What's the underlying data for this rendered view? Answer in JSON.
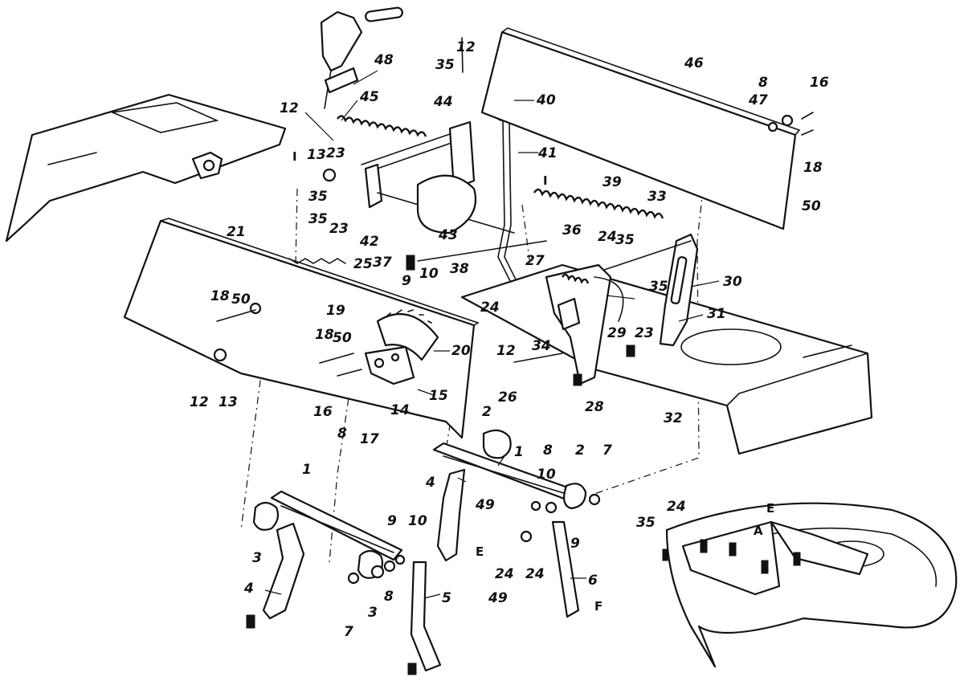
{
  "diagram": {
    "callouts": [
      {
        "id": "c1",
        "label": "1"
      },
      {
        "id": "c2",
        "label": "1"
      },
      {
        "id": "c3",
        "label": "2"
      },
      {
        "id": "c4",
        "label": "2"
      },
      {
        "id": "c5",
        "label": "3"
      },
      {
        "id": "c6",
        "label": "3"
      },
      {
        "id": "c7",
        "label": "4"
      },
      {
        "id": "c8",
        "label": "4"
      },
      {
        "id": "c9",
        "label": "5"
      },
      {
        "id": "c10",
        "label": "6"
      },
      {
        "id": "c11",
        "label": "7"
      },
      {
        "id": "c12",
        "label": "7"
      },
      {
        "id": "c13",
        "label": "8"
      },
      {
        "id": "c14",
        "label": "8"
      },
      {
        "id": "c15",
        "label": "8"
      },
      {
        "id": "c16",
        "label": "8"
      },
      {
        "id": "c17",
        "label": "9"
      },
      {
        "id": "c18",
        "label": "9"
      },
      {
        "id": "c19",
        "label": "9"
      },
      {
        "id": "c20",
        "label": "10"
      },
      {
        "id": "c21",
        "label": "10"
      },
      {
        "id": "c22",
        "label": "10"
      },
      {
        "id": "c23",
        "label": "12"
      },
      {
        "id": "c24",
        "label": "12"
      },
      {
        "id": "c25",
        "label": "12"
      },
      {
        "id": "c26",
        "label": "12"
      },
      {
        "id": "c27",
        "label": "13"
      },
      {
        "id": "c28",
        "label": "13"
      },
      {
        "id": "c29",
        "label": "14"
      },
      {
        "id": "c30",
        "label": "15"
      },
      {
        "id": "c31",
        "label": "16"
      },
      {
        "id": "c32",
        "label": "16"
      },
      {
        "id": "c33",
        "label": "17"
      },
      {
        "id": "c34",
        "label": "18"
      },
      {
        "id": "c35",
        "label": "18"
      },
      {
        "id": "c36",
        "label": "18"
      },
      {
        "id": "c37",
        "label": "19"
      },
      {
        "id": "c38",
        "label": "20"
      },
      {
        "id": "c39",
        "label": "21"
      },
      {
        "id": "c40",
        "label": "23"
      },
      {
        "id": "c41",
        "label": "23"
      },
      {
        "id": "c42",
        "label": "23"
      },
      {
        "id": "c43",
        "label": "24"
      },
      {
        "id": "c44",
        "label": "24"
      },
      {
        "id": "c45",
        "label": "24"
      },
      {
        "id": "c46",
        "label": "24"
      },
      {
        "id": "c47",
        "label": "24"
      },
      {
        "id": "c48",
        "label": "25"
      },
      {
        "id": "c49",
        "label": "26"
      },
      {
        "id": "c50",
        "label": "27"
      },
      {
        "id": "c51",
        "label": "28"
      },
      {
        "id": "c52",
        "label": "29"
      },
      {
        "id": "c53",
        "label": "30"
      },
      {
        "id": "c54",
        "label": "31"
      },
      {
        "id": "c55",
        "label": "32"
      },
      {
        "id": "c56",
        "label": "33"
      },
      {
        "id": "c57",
        "label": "34"
      },
      {
        "id": "c58",
        "label": "35"
      },
      {
        "id": "c59",
        "label": "35"
      },
      {
        "id": "c60",
        "label": "35"
      },
      {
        "id": "c61",
        "label": "35"
      },
      {
        "id": "c62",
        "label": "35"
      },
      {
        "id": "c63",
        "label": "35"
      },
      {
        "id": "c64",
        "label": "36"
      },
      {
        "id": "c65",
        "label": "37"
      },
      {
        "id": "c66",
        "label": "38"
      },
      {
        "id": "c67",
        "label": "39"
      },
      {
        "id": "c68",
        "label": "40"
      },
      {
        "id": "c69",
        "label": "41"
      },
      {
        "id": "c70",
        "label": "42"
      },
      {
        "id": "c71",
        "label": "43"
      },
      {
        "id": "c72",
        "label": "44"
      },
      {
        "id": "c73",
        "label": "45"
      },
      {
        "id": "c74",
        "label": "46"
      },
      {
        "id": "c75",
        "label": "47"
      },
      {
        "id": "c76",
        "label": "48"
      },
      {
        "id": "c77",
        "label": "49"
      },
      {
        "id": "c78",
        "label": "49"
      },
      {
        "id": "c79",
        "label": "50"
      },
      {
        "id": "c80",
        "label": "50"
      },
      {
        "id": "c81",
        "label": "50"
      }
    ],
    "markers": [
      {
        "id": "m1",
        "label": "I"
      },
      {
        "id": "m2",
        "label": "I"
      },
      {
        "id": "m3",
        "label": "E"
      },
      {
        "id": "m4",
        "label": "E"
      },
      {
        "id": "m5",
        "label": "F"
      },
      {
        "id": "m6",
        "label": "A"
      }
    ]
  }
}
